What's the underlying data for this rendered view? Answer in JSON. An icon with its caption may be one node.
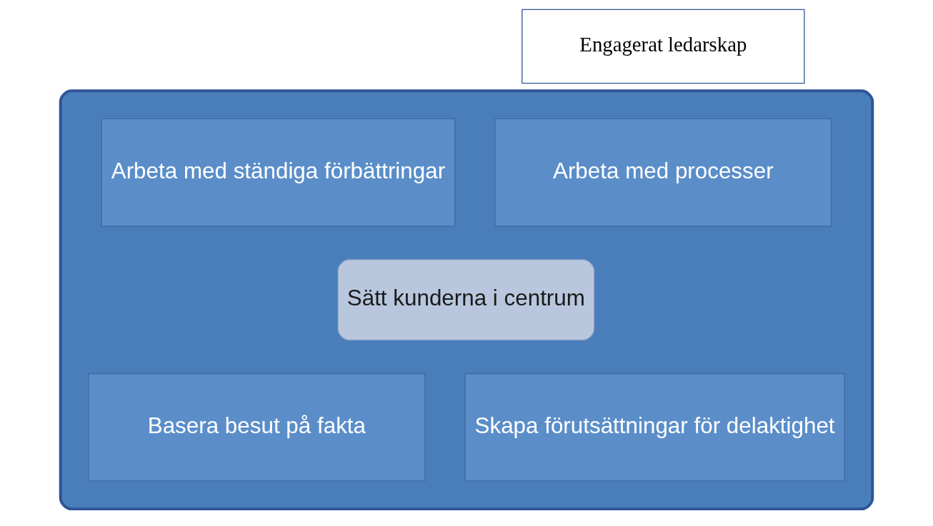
{
  "diagram": {
    "nodes": [
      {
        "text": [
          "Engagerat ledarskap"
        ]
      },
      {
        "text": [],
        "shape": "box"
      },
      {
        "text": [
          "Arbeta med processer"
        ],
        "in": 1
      },
      {
        "text": [
          "Arbeta med ständiga förbättringar"
        ],
        "in": 1
      },
      {
        "text": [
          "Sätt kunderna i centrum"
        ],
        "in": 1
      },
      {
        "text": [
          "Basera besut på fakta"
        ],
        "in": 1
      },
      {
        "text": [
          "Skapa förutsättningar för delaktighet"
        ],
        "in": 1
      }
    ],
    "edges": []
  }
}
